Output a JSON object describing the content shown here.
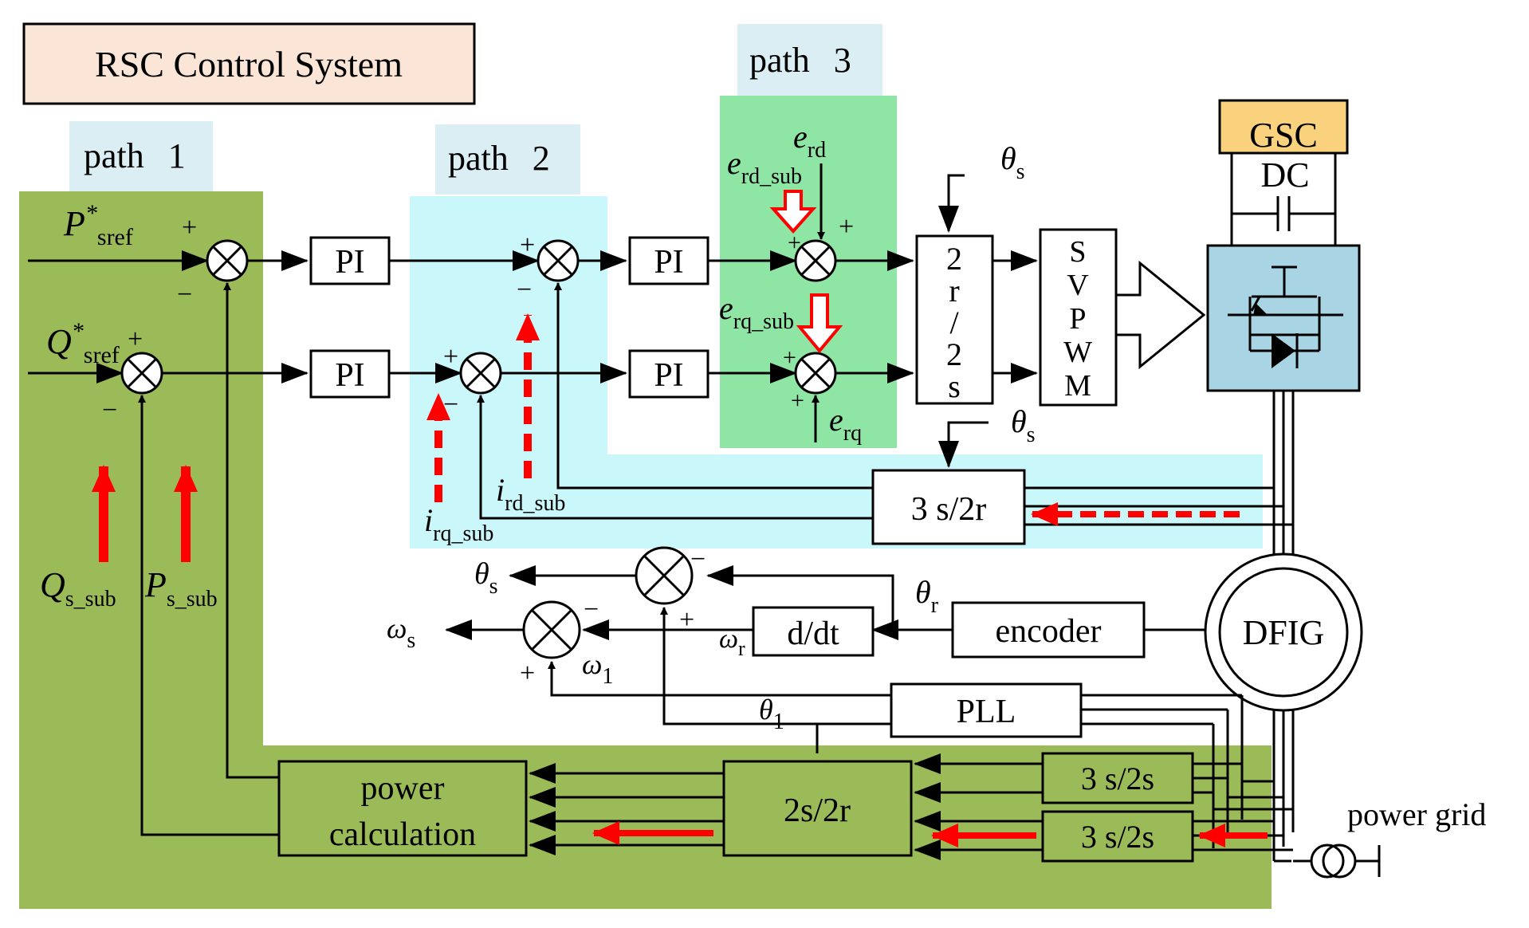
{
  "title": "RSC Control System",
  "paths": {
    "p1": "path",
    "p1n": "1",
    "p2": "path",
    "p2n": "2",
    "p3": "path",
    "p3n": "3"
  },
  "blocks": {
    "pi": "PI",
    "transform_2r2s": [
      "2",
      "r",
      "/",
      "2",
      "s"
    ],
    "svpwm": [
      "S",
      "V",
      "P",
      "W",
      "M"
    ],
    "gsc": "GSC",
    "dc": "DC",
    "t3s2r": "3 s/2r",
    "ddt": "d/dt",
    "encoder": "encoder",
    "dfig": "DFIG",
    "pll": "PLL",
    "power_calc": [
      "power",
      "calculation"
    ],
    "t2s2r": "2s/2r",
    "t3s2s": "3 s/2s",
    "power_grid": "power grid"
  },
  "signals": {
    "P": "P",
    "P_sup": "*",
    "P_sub": "sref",
    "Q": "Q",
    "Q_sup": "*",
    "Q_sub": "sref",
    "e_rd": "e",
    "e_rd_sub": "rd",
    "e_rd_sub2": "e",
    "e_rd_sub2_sub": "rd_sub",
    "e_rq_sub": "e",
    "e_rq_sub_sub": "rq_sub",
    "e_rq": "e",
    "e_rq_s": "rq",
    "theta": "θ",
    "s": "s",
    "r": "r",
    "one": "1",
    "i_rd": "i",
    "i_rd_s": "rd_sub",
    "i_rq": "i",
    "i_rq_s": "rq_sub",
    "Qs": "Q",
    "Qs_s": "s_sub",
    "Ps": "P",
    "Ps_s": "s_sub",
    "omega": "ω"
  },
  "signs": {
    "plus": "+",
    "minus": "−"
  },
  "colors": {
    "path1_bg": "#9BBB59",
    "path2_bg": "#C9F7FA",
    "path3_bg": "#8FE6A4",
    "path_label_bg": "#DAEEF3",
    "title_bg": "#FBE5D6",
    "gsc_bg": "#FAD27D",
    "inverter_bg": "#A9D4E4",
    "arrow_red": "#FF0000"
  }
}
